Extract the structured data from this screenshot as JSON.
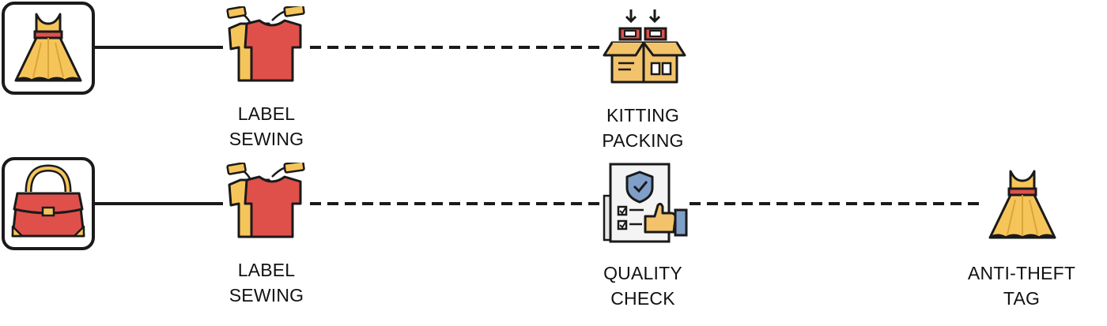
{
  "flows": [
    {
      "start_icon": "dress-icon",
      "steps": [
        {
          "icon": "shirts-with-tags-icon",
          "label_line1": "LABEL",
          "label_line2": "SEWING"
        },
        {
          "icon": "packing-box-icon",
          "label_line1": "KITTING",
          "label_line2": "PACKING"
        }
      ]
    },
    {
      "start_icon": "handbag-icon",
      "steps": [
        {
          "icon": "shirts-with-tags-icon",
          "label_line1": "LABEL",
          "label_line2": "SEWING"
        },
        {
          "icon": "quality-check-document-icon",
          "label_line1": "QUALITY",
          "label_line2": "CHECK"
        },
        {
          "icon": "dress-icon",
          "label_line1": "ANTI-THEFT",
          "label_line2": "TAG"
        }
      ]
    }
  ],
  "colors": {
    "outline": "#1a1a1a",
    "yellow": "#f6c55a",
    "red": "#e0504a",
    "cardboard": "#f2c36b",
    "blue": "#7f9fc8"
  }
}
